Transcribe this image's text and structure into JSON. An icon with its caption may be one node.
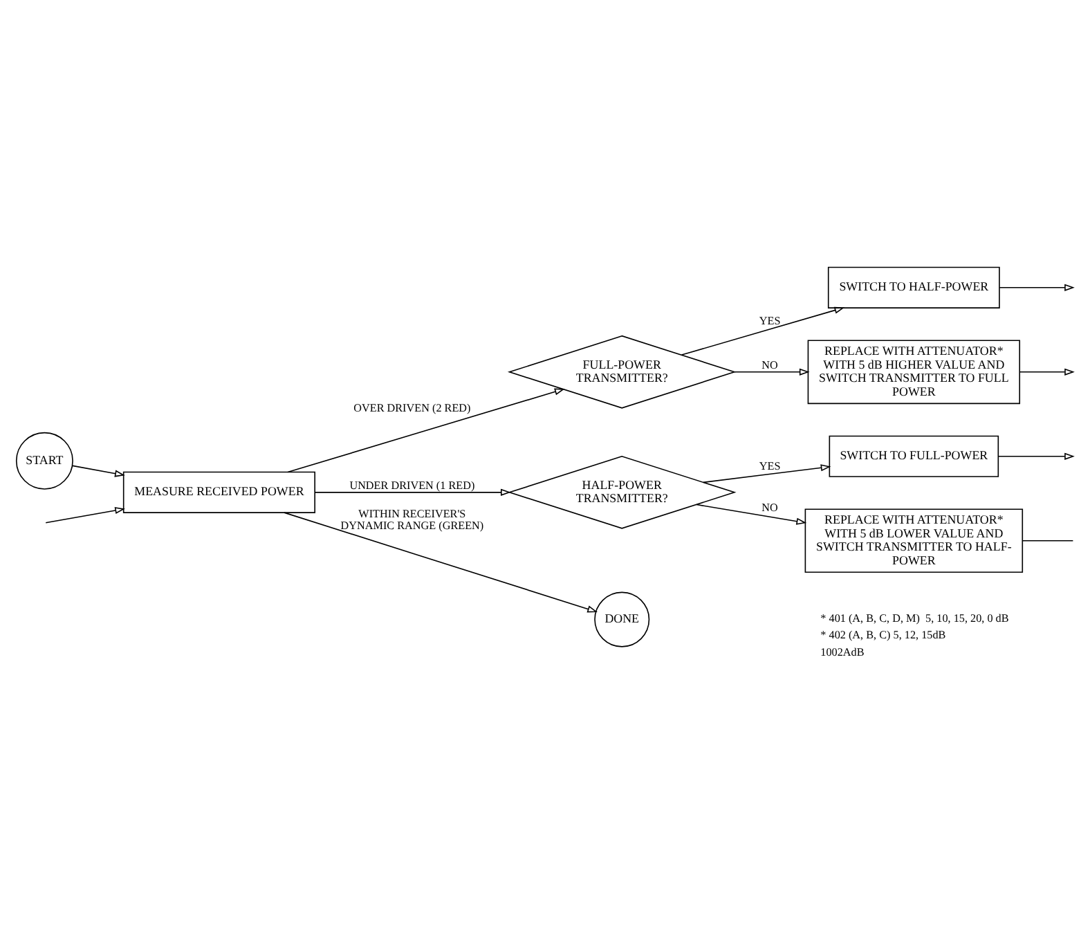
{
  "diagram": {
    "nodes": [
      {
        "text": [
          "START"
        ]
      },
      {
        "text": [
          "MEASURE RECEIVED POWER"
        ]
      },
      {
        "text": [
          "FULL-POWER TRANSMITTER?"
        ]
      },
      {
        "text": [
          "SWITCH TO HALF-POWER"
        ]
      },
      {
        "text": [
          "REPLACE WITH ATTENUATOR* WITH 5 dB HIGHER VALUE AND SWITCH TRANSMITTER TO FULL POWER"
        ]
      },
      {
        "text": [
          "HALF-POWER TRANSMITTER?"
        ]
      },
      {
        "text": [
          "SWITCH TO FULL-POWER"
        ]
      },
      {
        "text": [
          "REPLACE WITH ATTENUATOR* WITH 5 dB LOWER VALUE AND SWITCH TRANSMITTER TO HALF-POWER"
        ]
      },
      {
        "text": [
          "DONE"
        ]
      }
    ],
    "edges": [
      {
        "from": 0,
        "to": 1,
        "arrow": "to"
      },
      {
        "from": null,
        "to": 1,
        "arrow": "to"
      },
      {
        "from": 1,
        "to": 2,
        "arrow": "to",
        "label": "OVER DRIVEN (2 RED)"
      },
      {
        "from": 2,
        "to": 3,
        "arrow": "to",
        "label": "YES"
      },
      {
        "from": 2,
        "to": 4,
        "arrow": "to",
        "label": "NO"
      },
      {
        "from": 1,
        "to": 5,
        "arrow": "to",
        "label": "UNDER DRIVEN (1 RED)"
      },
      {
        "from": 5,
        "to": 6,
        "arrow": "to",
        "label": "YES"
      },
      {
        "from": 5,
        "to": 7,
        "arrow": "to",
        "label": "NO"
      },
      {
        "from": 1,
        "to": 8,
        "arrow": "to",
        "label": "WITHIN RECEIVER'S DYNAMIC RANGE (GREEN)"
      },
      {
        "from": 3,
        "to": null,
        "arrow": "to"
      },
      {
        "from": 4,
        "to": null,
        "arrow": "to"
      },
      {
        "from": 6,
        "to": null,
        "arrow": "to"
      },
      {
        "from": 7,
        "to": null,
        "arrow": "none"
      }
    ],
    "labels": [
      "* 401 (A, B, C, D, M)  5, 10, 15, 20, 0 dB",
      "* 402 (A, B, C) 5, 12, 15dB",
      "1002AdB"
    ]
  }
}
